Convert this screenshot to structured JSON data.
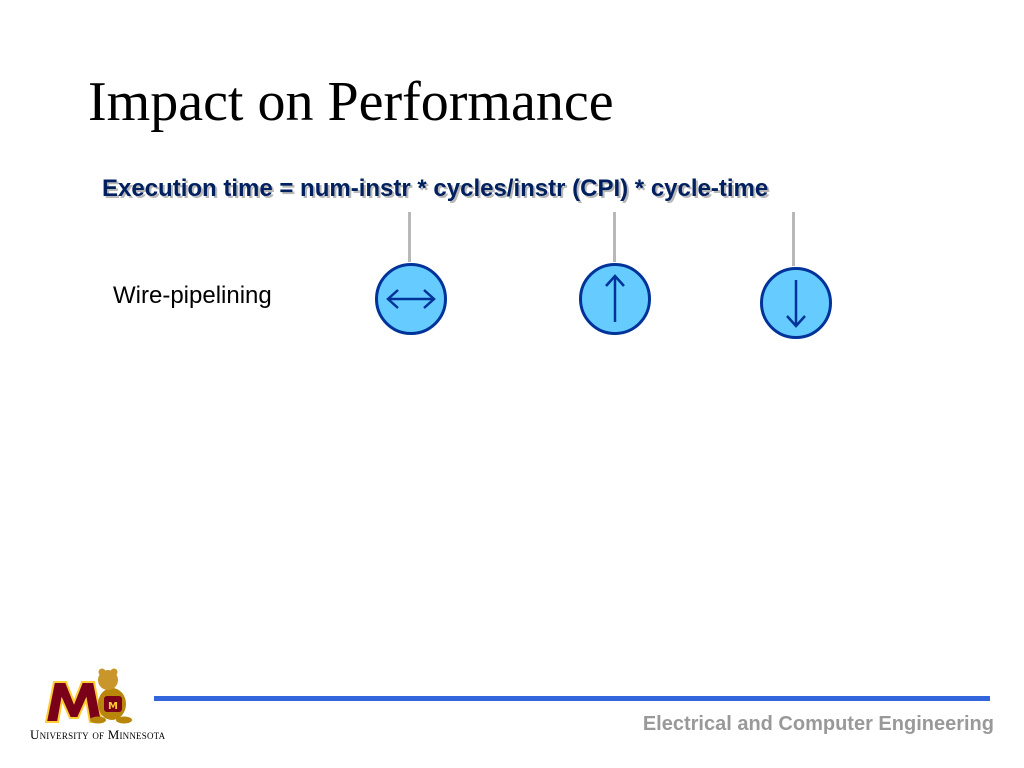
{
  "slide": {
    "title": "Impact on Performance",
    "formula": "Execution time = num-instr * cycles/instr (CPI) * cycle-time",
    "row_label": "Wire-pipelining",
    "indicators": [
      {
        "term": "num-instr",
        "effect": "unchanged",
        "icon": "left-right-arrow-icon"
      },
      {
        "term": "cycles/instr (CPI)",
        "effect": "increase",
        "icon": "up-arrow-icon"
      },
      {
        "term": "cycle-time",
        "effect": "decrease",
        "icon": "down-arrow-icon"
      }
    ]
  },
  "footer": {
    "department": "Electrical and Computer Engineering",
    "university": "University of Minnesota",
    "logo_letter": "M"
  },
  "colors": {
    "formula_text": "#002060",
    "circle_fill": "#66ccff",
    "circle_border": "#003399",
    "footer_line": "#3366dd",
    "footer_text": "#999999",
    "logo_maroon": "#7a0019",
    "logo_gold": "#ffcc33"
  }
}
